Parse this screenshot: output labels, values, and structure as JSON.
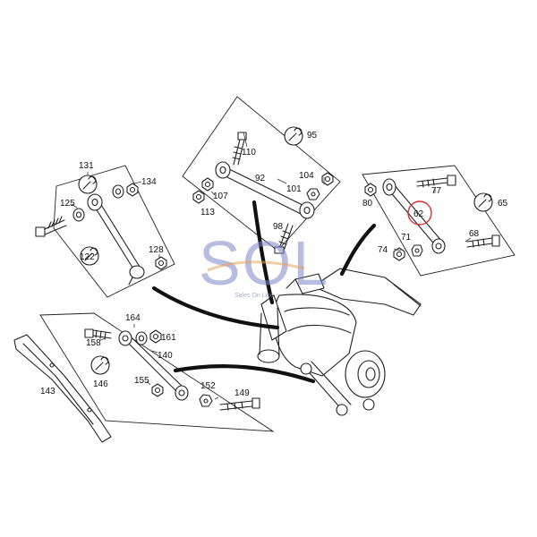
{
  "part_numbers": {
    "p131": "131",
    "p134": "134",
    "p125": "125",
    "p122": "122",
    "p128": "128",
    "p110": "110",
    "p95": "95",
    "p92": "92",
    "p104": "104",
    "p101": "101",
    "p107": "107",
    "p113": "113",
    "p98": "98",
    "p80": "80",
    "p77": "77",
    "p65": "65",
    "p62": "62",
    "p71": "71",
    "p74": "74",
    "p68": "68",
    "p164": "164",
    "p158": "158",
    "p161": "161",
    "p140": "140",
    "p143": "143",
    "p146": "146",
    "p155": "155",
    "p152": "152",
    "p149": "149"
  },
  "highlighted_part": "62",
  "highlight_color": "#d9302b",
  "watermark": {
    "letters": "SOL",
    "tagline": "Sales On Line",
    "color": "#7b86c7"
  },
  "icons": {
    "wrench": "wrench-icon"
  }
}
